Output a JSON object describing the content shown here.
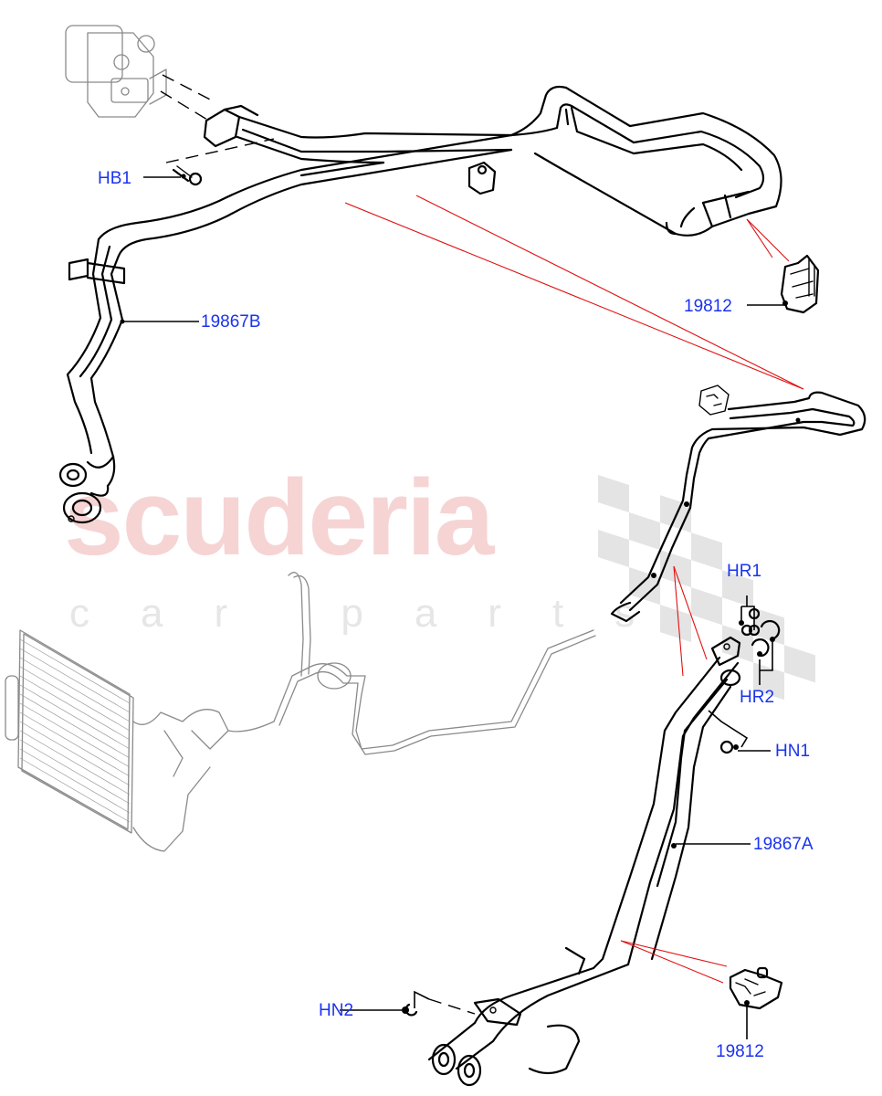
{
  "diagram": {
    "type": "exploded parts diagram",
    "subject": "Air conditioning refrigerant pipes / lines",
    "colors": {
      "callout_text": "#1a33ee",
      "leader_line": "#000000",
      "reference_line": "#e01010",
      "part_outline": "#000000",
      "ghost_part": "#8a8a8a",
      "watermark_main": "#f6d4d4",
      "watermark_sub": "#e6e6e6",
      "watermark_flag": "#e2e2e2"
    }
  },
  "watermark": {
    "main": "scuderia",
    "sub": "car parts"
  },
  "callouts": {
    "hb1": "HB1",
    "p19867b": "19867B",
    "p19812_top": "19812",
    "hr1": "HR1",
    "hr2": "HR2",
    "hn1": "HN1",
    "p19867a": "19867A",
    "hn2": "HN2",
    "p19812_bottom": "19812"
  },
  "parts": [
    {
      "ref": "HB1",
      "description": "bolt"
    },
    {
      "ref": "19867B",
      "description": "upper refrigerant pipe assembly"
    },
    {
      "ref": "19812",
      "description": "pipe bracket / clip (upper)"
    },
    {
      "ref": "HR1",
      "description": "seal rings"
    },
    {
      "ref": "HR2",
      "description": "seal rings"
    },
    {
      "ref": "HN1",
      "description": "nut"
    },
    {
      "ref": "19867A",
      "description": "lower refrigerant pipe assembly"
    },
    {
      "ref": "HN2",
      "description": "nut"
    },
    {
      "ref": "19812",
      "description": "pipe bracket / clip (lower)"
    }
  ]
}
